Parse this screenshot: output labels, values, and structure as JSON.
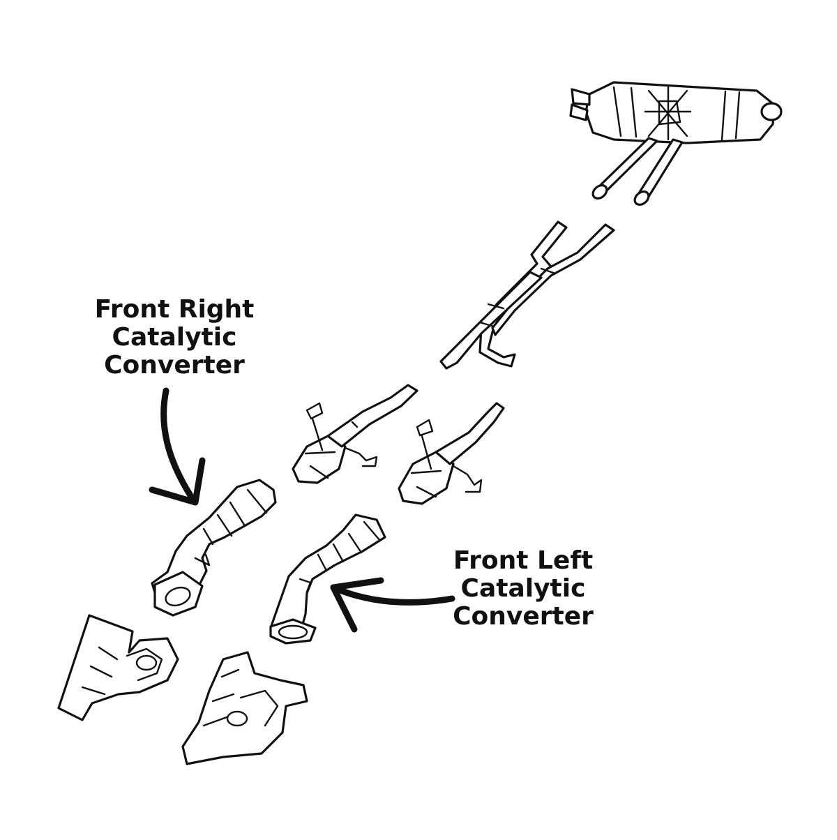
{
  "labels": {
    "front_right": [
      "Front Right",
      "Catalytic",
      "Converter"
    ],
    "front_left": [
      "Front Left",
      "Catalytic",
      "Converter"
    ]
  },
  "colors": {
    "line": "#111111",
    "background": "#ffffff"
  }
}
